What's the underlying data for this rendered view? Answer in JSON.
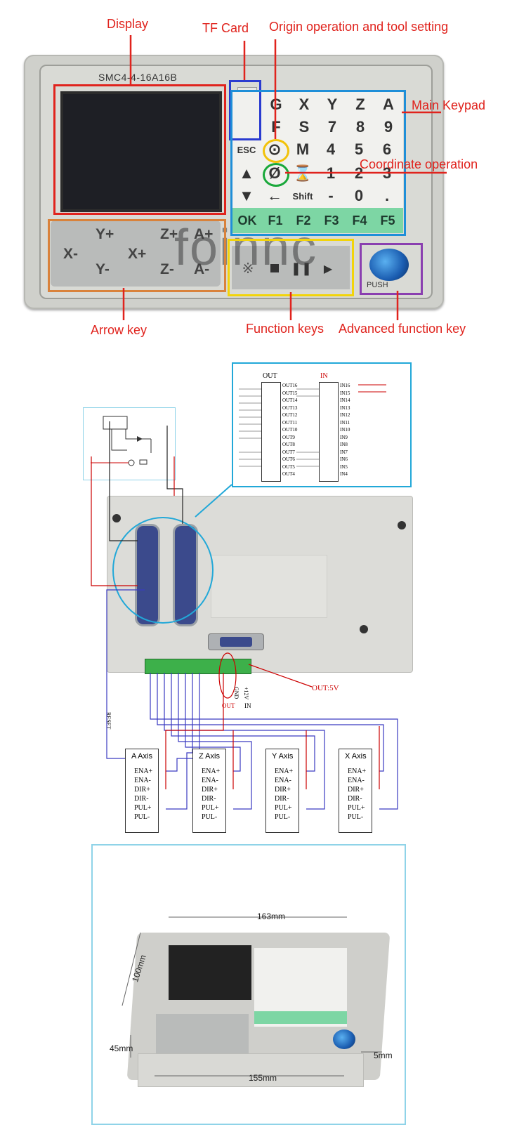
{
  "callouts": {
    "display": "Display",
    "tf_card": "TF Card",
    "origin": "Origin operation and tool setting",
    "main_keypad": "Main Keypad",
    "coordinate": "Coordinate operation",
    "arrow_key": "Arrow key",
    "function_keys": "Function keys",
    "advanced_key": "Advanced function key"
  },
  "panel": {
    "model": "SMC4-4-16A16B",
    "watermark": "foinnc",
    "push_label": "PUSH"
  },
  "keypad": {
    "rows": [
      [
        "G",
        "X",
        "Y",
        "Z",
        "A"
      ],
      [
        "F",
        "S",
        "7",
        "8",
        "9"
      ],
      [
        "ESC",
        "⊙",
        "M",
        "4",
        "5",
        "6"
      ],
      [
        "▲",
        "Ø",
        "⌛",
        "1",
        "2",
        "3"
      ],
      [
        "▼",
        "←",
        "Shift",
        "-",
        "0",
        "."
      ]
    ],
    "fkeys": [
      "OK",
      "F1",
      "F2",
      "F3",
      "F4",
      "F5"
    ]
  },
  "arrow_keys": [
    "Y+",
    "Z+",
    "A+",
    "X-",
    "X+",
    "Y-",
    "Z-",
    "A-"
  ],
  "wiring": {
    "out_header": "OUT",
    "in_header": "IN",
    "out_pins": [
      "OUT16",
      "OUT15",
      "OUT14",
      "OUT13",
      "OUT12",
      "OUT11",
      "OUT10",
      "OUT9",
      "OUT8",
      "OUT7",
      "OUT6",
      "OUT5",
      "OUT4"
    ],
    "in_pins": [
      "IN16",
      "IN15",
      "IN14",
      "IN13",
      "IN12",
      "IN11",
      "IN10",
      "IN9",
      "IN8",
      "IN7",
      "IN6",
      "IN5",
      "IN4"
    ],
    "out5v_label": "OUT:5V",
    "gnd": "GND",
    "v12": "+12V",
    "out_tag": "OUT",
    "in_tag": "IN",
    "reset": "RESET",
    "axes": [
      {
        "name": "A Axis"
      },
      {
        "name": "Z Axis"
      },
      {
        "name": "Y Axis"
      },
      {
        "name": "X Axis"
      }
    ],
    "signals": [
      "ENA+",
      "ENA-",
      "DIR+",
      "DIR-",
      "PUL+",
      "PUL-"
    ]
  },
  "dimensions": {
    "width": "163mm",
    "height": "100mm",
    "depth": "45mm",
    "base": "155mm",
    "margin": "5mm"
  },
  "colors": {
    "red": "#e0231d",
    "blue": "#1f6fd0",
    "yellow": "#f2d40a",
    "orange": "#d9823b",
    "purple": "#8a3fb0",
    "cyan": "#22a8d8"
  }
}
